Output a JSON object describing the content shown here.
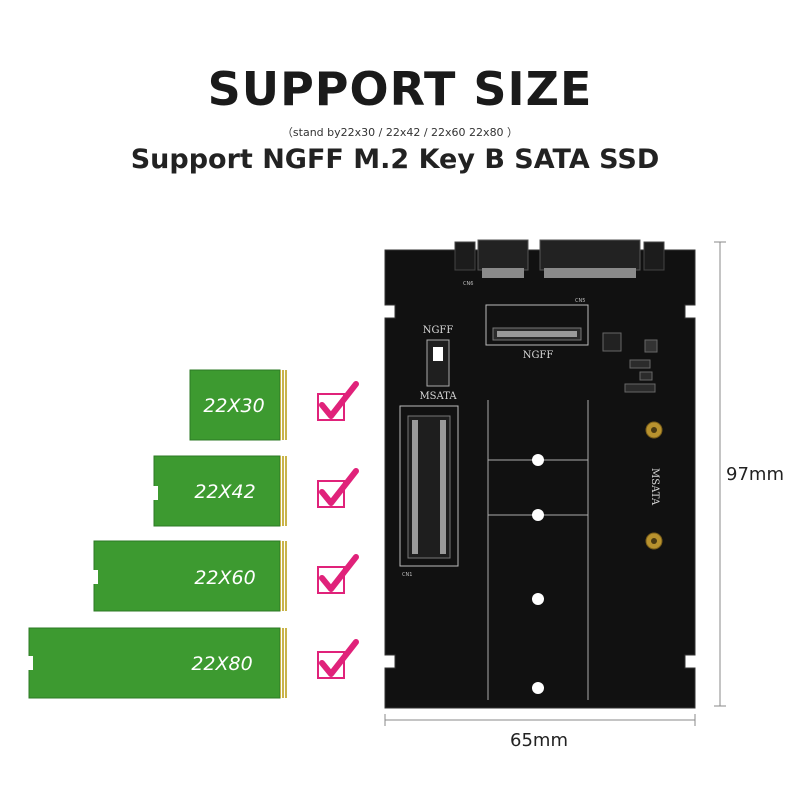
{
  "header": {
    "title": "SUPPORT SIZE",
    "subtitle": "（stand by22x30 / 22x42 / 22x60 22x80 ）",
    "headline": "Support NGFF M.2 Key B SATA SSD"
  },
  "ssd_sizes": [
    {
      "label": "22X30",
      "supported": true
    },
    {
      "label": "22X42",
      "supported": true
    },
    {
      "label": "22X60",
      "supported": true
    },
    {
      "label": "22X80",
      "supported": true
    }
  ],
  "board": {
    "ngff_label": "NGFF",
    "msata_label": "MSATA",
    "msata_side_label": "MSATA",
    "switch_top_label": "NGFF",
    "silk_cn5": "CN5",
    "silk_cn6": "CN6",
    "silk_cn1": "CN1"
  },
  "dimensions": {
    "height": "97mm",
    "width": "65mm"
  },
  "colors": {
    "ssd_green": "#3d9a30",
    "ssd_gold": "#c9b44a",
    "check_pink": "#e0227a",
    "pcb_black": "#111111"
  }
}
